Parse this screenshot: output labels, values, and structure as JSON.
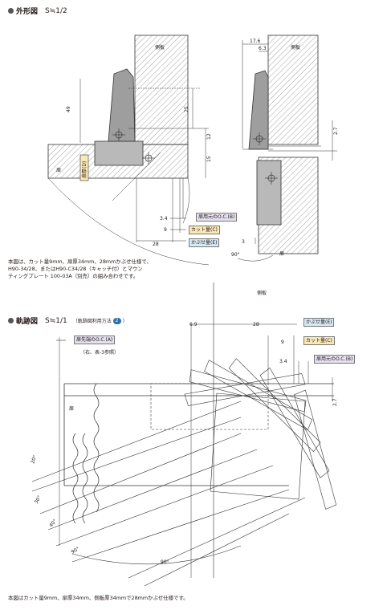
{
  "top": {
    "title": "外形図",
    "scale": "S≒1/2",
    "note_lines": [
      "本図は、カット量9mm、扉厚34mm、28mmかぶせ仕様で、",
      "H90-34/28、またはH90-C34/28（キャッチ付）とマウン",
      "ティングプレート 100-03A（別売）の組み合わせです。"
    ],
    "dims": {
      "d49": "49",
      "d25": "25",
      "d12": "12",
      "d15": "15",
      "d17_6": "17.6",
      "d6_3": "6.3",
      "d2_7": "2.7",
      "d3_4": "3.4",
      "d9": "9",
      "d28": "28",
      "d3": "3"
    },
    "labels": {
      "side_panel_left": "側板",
      "side_panel_right": "側板",
      "door_left": "扉",
      "door_right": "扉",
      "door_d": "扉厚(D)",
      "oc_b": "扉用元のO.C.(B)",
      "cut_c": "カット量(C)",
      "cov_e": "かぶせ量(E)",
      "angle": "90°"
    }
  },
  "bottom": {
    "title": "軌跡図",
    "scale": "S≒1/1",
    "sub": "（軌跡図利用方法",
    "badge": "2",
    "sub_end": "）",
    "note": "本図はカット量9mm、扉厚34mm、側板厚34mmで28mmかぶせ仕様です。",
    "dims": {
      "d6_9": "6.9",
      "d28": "28",
      "d9": "9",
      "d3_4": "3.4",
      "d2_7": "2.7"
    },
    "labels": {
      "side_panel": "側板",
      "door": "扉",
      "oc_a": "扉先端のO.C.(A)",
      "oc_a_ref": "（右、表-3参照）",
      "cov_e": "かぶせ量(E)",
      "cut_c": "カット量(C)",
      "oc_b": "扉用元のO.C.(B)",
      "a20": "20°",
      "a30": "30°",
      "a40": "40°",
      "a90": "90°",
      "a90b": "90°"
    }
  },
  "colors": {
    "oc": "#e4e1f0",
    "cut": "#fbe8b8",
    "cov": "#d6e9f5",
    "badge": "#2a6fb5"
  }
}
